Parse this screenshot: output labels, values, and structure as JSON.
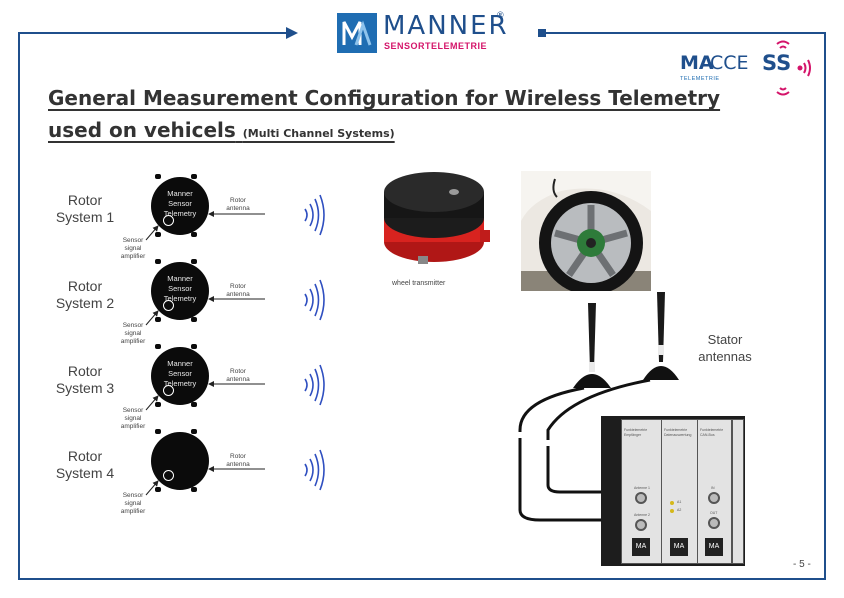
{
  "brand": {
    "name": "MANNER",
    "registered": "®",
    "tagline": "SENSORTELEMETRIE",
    "logo_mark": "MA",
    "maccess_part1": "MA",
    "maccess_part2": "CCE",
    "maccess_part3": "SS",
    "maccess_sub": "TELEMETRIE"
  },
  "title": {
    "line1": "General Measurement Configuration for Wireless Telemetry",
    "line2": "used on vehicels",
    "line2_suffix": "(Multi Channel Systems)"
  },
  "rotors": [
    {
      "label_line1": "Rotor",
      "label_line2": "System 1",
      "disc_line1": "Manner",
      "disc_line2": "Sensor",
      "disc_line3": "Telemetry",
      "antenna_line1": "Rotor",
      "antenna_line2": "antenna",
      "amp_line1": "Sensor",
      "amp_line2": "signal",
      "amp_line3": "amplifier"
    },
    {
      "label_line1": "Rotor",
      "label_line2": "System 2",
      "disc_line1": "Manner",
      "disc_line2": "Sensor",
      "disc_line3": "Telemetry",
      "antenna_line1": "Rotor",
      "antenna_line2": "antenna",
      "amp_line1": "Sensor",
      "amp_line2": "signal",
      "amp_line3": "amplifier"
    },
    {
      "label_line1": "Rotor",
      "label_line2": "System 3",
      "disc_line1": "Manner",
      "disc_line2": "Sensor",
      "disc_line3": "Telemetry",
      "antenna_line1": "Rotor",
      "antenna_line2": "antenna",
      "amp_line1": "Sensor",
      "amp_line2": "signal",
      "amp_line3": "amplifier"
    },
    {
      "label_line1": "Rotor",
      "label_line2": "System 4",
      "disc_line1": "",
      "disc_line2": "",
      "disc_line3": "",
      "antenna_line1": "Rotor",
      "antenna_line2": "antenna",
      "amp_line1": "Sensor",
      "amp_line2": "signal",
      "amp_line3": "amplifier"
    }
  ],
  "wheel_caption": "wheel transmitter",
  "stator": {
    "line1": "Stator",
    "line2": "antennas"
  },
  "rack": {
    "unit1_title": "Funktelemetrie Empfänger",
    "unit2_title": "Funktelemetrie Datenauswertung",
    "unit3_title": "Funktelemetrie CAN-Bus",
    "antenna1": "Antenne 1",
    "antenna2": "Antenne 2",
    "led1": "A1",
    "led2": "A2",
    "can_in": "IN",
    "can_out": "OUT"
  },
  "page_number": "- 5 -",
  "colors": {
    "frame": "#1f4f8c",
    "brand_blue": "#1f6db2",
    "brand_pink": "#d4146a",
    "housing_red": "#d8231f"
  }
}
